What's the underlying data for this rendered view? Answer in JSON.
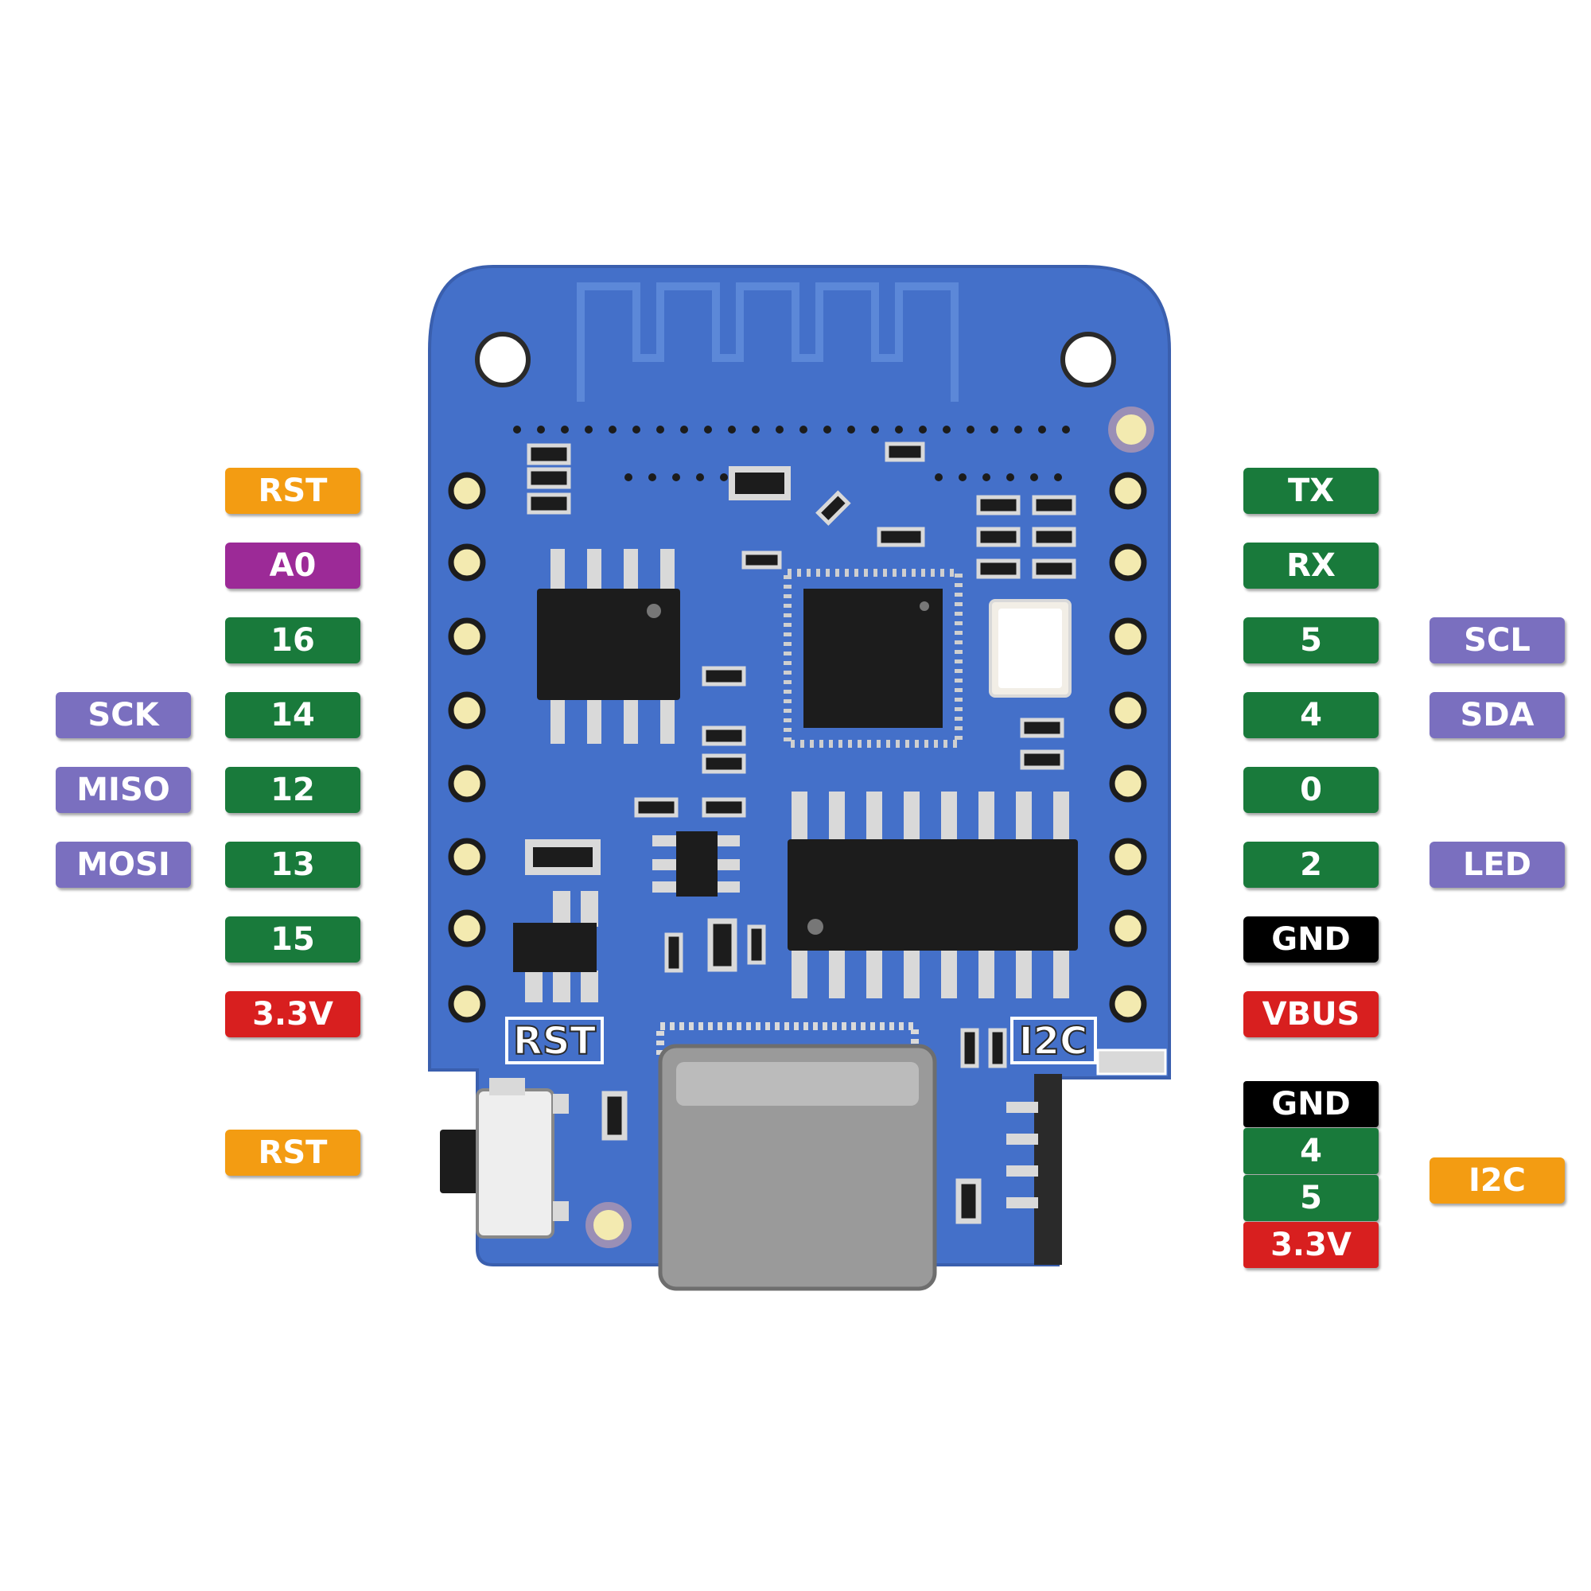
{
  "colors": {
    "board": "#4470c9",
    "board_edge": "#3a5fae",
    "trace": "#5c88d8",
    "chip": "#1c1c1c",
    "pad": "#d9d9d9",
    "silk": "#ffffff",
    "connector": "#9a9a9a",
    "tag_orange": "#f39c12",
    "tag_purple": "#9c2a97",
    "tag_green": "#197a3b",
    "tag_lavender": "#7a6fbf",
    "tag_red": "#d81f1f",
    "tag_black": "#000000"
  },
  "board": {
    "silk_rst": "RST",
    "silk_i2c": "I2C"
  },
  "left_pins": [
    {
      "label": "RST",
      "color": "orange"
    },
    {
      "label": "A0",
      "color": "purple"
    },
    {
      "label": "16",
      "color": "green"
    },
    {
      "label": "14",
      "color": "green",
      "alt": "SCK"
    },
    {
      "label": "12",
      "color": "green",
      "alt": "MISO"
    },
    {
      "label": "13",
      "color": "green",
      "alt": "MOSI"
    },
    {
      "label": "15",
      "color": "green"
    },
    {
      "label": "3.3V",
      "color": "red"
    }
  ],
  "right_pins": [
    {
      "label": "TX",
      "color": "green"
    },
    {
      "label": "RX",
      "color": "green"
    },
    {
      "label": "5",
      "color": "green",
      "alt": "SCL"
    },
    {
      "label": "4",
      "color": "green",
      "alt": "SDA"
    },
    {
      "label": "0",
      "color": "green"
    },
    {
      "label": "2",
      "color": "green",
      "alt": "LED"
    },
    {
      "label": "GND",
      "color": "black"
    },
    {
      "label": "VBUS",
      "color": "red"
    }
  ],
  "reset_button": {
    "label": "RST",
    "color": "orange"
  },
  "i2c_connector": {
    "pins": [
      {
        "label": "GND",
        "color": "black"
      },
      {
        "label": "4",
        "color": "green"
      },
      {
        "label": "5",
        "color": "green"
      },
      {
        "label": "3.3V",
        "color": "red"
      }
    ],
    "group_label": "I2C",
    "group_color": "orange"
  }
}
